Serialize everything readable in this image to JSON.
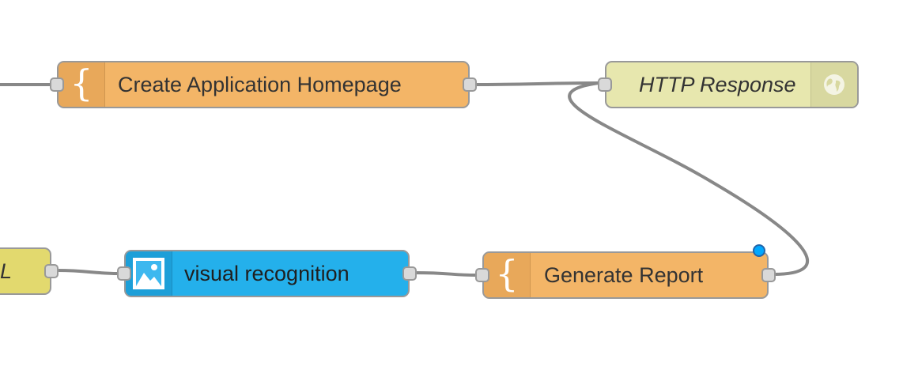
{
  "flow": {
    "nodes": {
      "create_homepage": {
        "label": "Create Application Homepage",
        "type": "function",
        "color": "#f3b567",
        "icon": "function-brace-icon"
      },
      "http_response": {
        "label": "HTTP Response",
        "type": "http-response",
        "color": "#e7e7ae",
        "icon": "globe-icon"
      },
      "partial_left": {
        "label": "L",
        "color": "#e2d96e"
      },
      "visual_recognition": {
        "label": "visual recognition",
        "type": "watson-visual-recognition",
        "color": "#24b0eb",
        "icon": "image-icon"
      },
      "generate_report": {
        "label": "Generate Report",
        "type": "function",
        "color": "#f3b567",
        "icon": "function-brace-icon",
        "status": "changed"
      }
    },
    "wire_color": "#888888"
  }
}
